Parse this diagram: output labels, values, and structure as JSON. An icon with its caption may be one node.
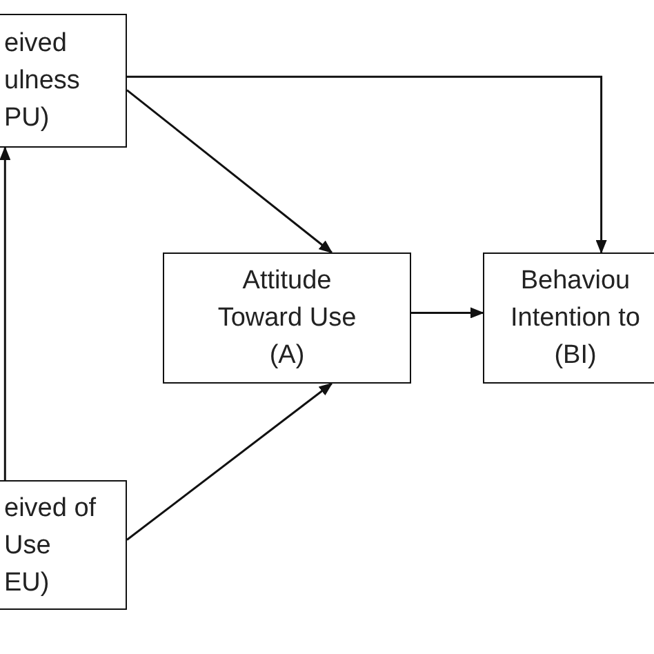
{
  "diagram": {
    "nodes": [
      {
        "text": [
          "eived ulness PU)"
        ]
      },
      {
        "text": [
          "Attitude Toward Use (A)"
        ]
      },
      {
        "text": [
          "Behaviou Intention to (BI)"
        ]
      },
      {
        "text": [
          "eived of Use EU)"
        ]
      }
    ],
    "edges": [
      {
        "from": 0,
        "to": 2,
        "arrow": "to"
      },
      {
        "from": 0,
        "to": 1,
        "arrow": "to"
      },
      {
        "from": 1,
        "to": 2,
        "arrow": "to"
      },
      {
        "from": 3,
        "to": 1,
        "arrow": "to"
      },
      {
        "from": 3,
        "to": 0,
        "arrow": "to"
      }
    ]
  }
}
